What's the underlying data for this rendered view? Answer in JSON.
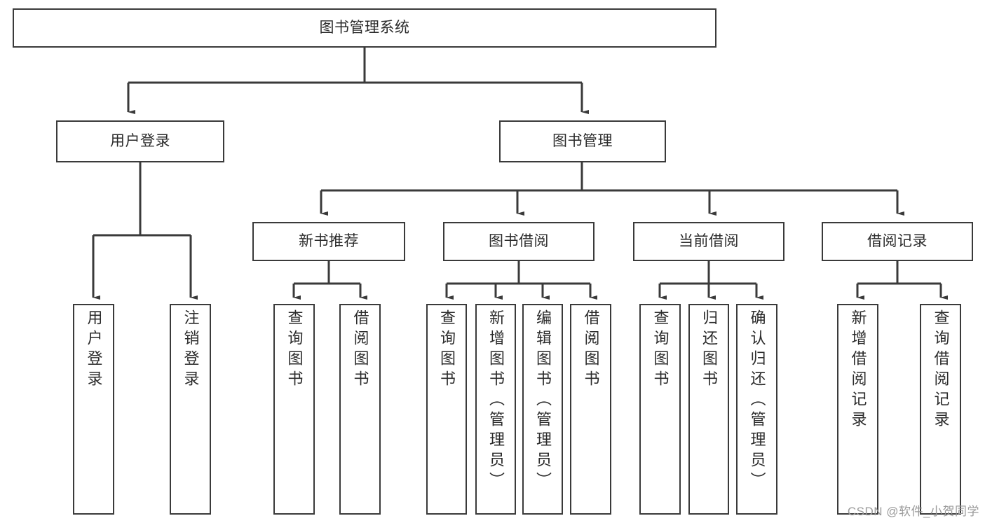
{
  "diagram": {
    "title": "图书管理系统",
    "type": "hierarchy-tree",
    "watermark": "CSDN @软件_小贺同学",
    "colors": {
      "box_border": "#3a3a3a",
      "box_fill": "#ffffff",
      "edge": "#3a3a3a",
      "text": "#2b2b2b",
      "watermark": "#9a9a9a"
    },
    "nodes": {
      "root": "图书管理系统",
      "level2": {
        "user_login": "用户登录",
        "book_manage": "图书管理"
      },
      "level3": {
        "new_book_recommend": "新书推荐",
        "book_borrow": "图书借阅",
        "current_borrow": "当前借阅",
        "borrow_record": "借阅记录"
      },
      "leaves": {
        "user_login_1": "用户登录",
        "user_login_2": "注销登录",
        "recommend_1": "查询图书",
        "recommend_2": "借阅图书",
        "borrow_1": "查询图书",
        "borrow_2": "新增图书（管理员）",
        "borrow_3": "编辑图书（管理员）",
        "borrow_4": "借阅图书",
        "current_1": "查询图书",
        "current_2": "归还图书",
        "current_3": "确认归还（管理员）",
        "record_1": "新增借阅记录",
        "record_2": "查询借阅记录"
      }
    }
  }
}
